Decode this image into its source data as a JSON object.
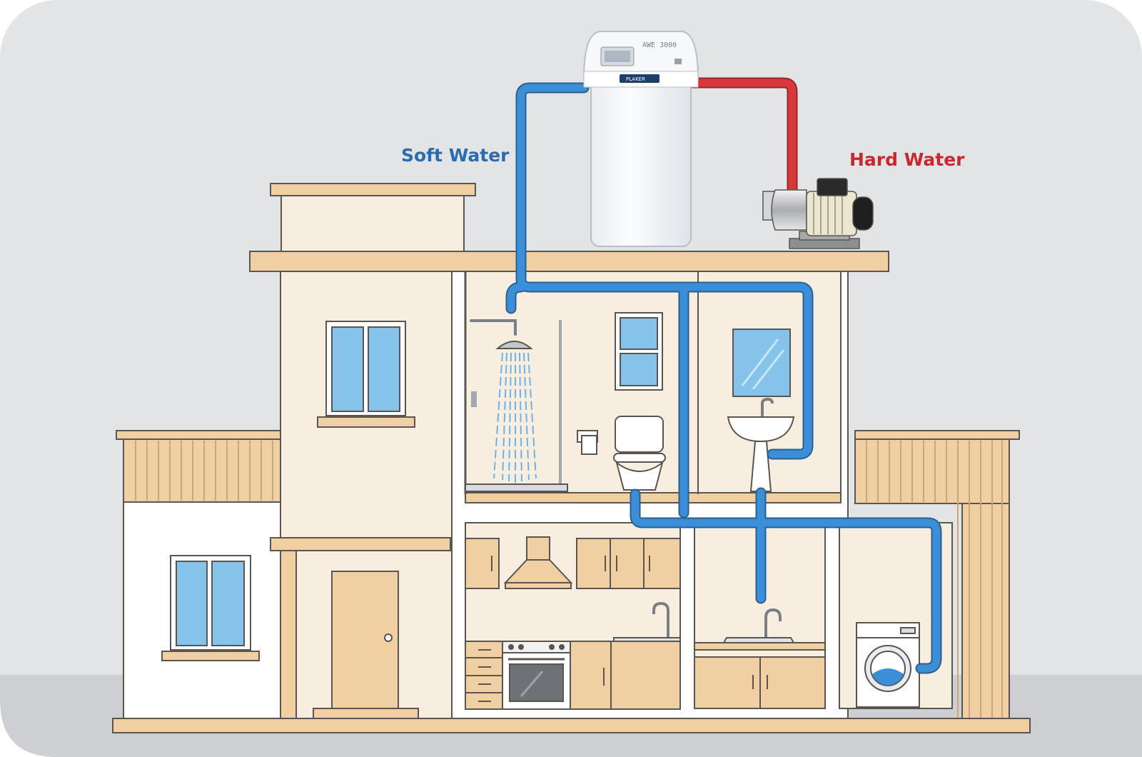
{
  "labels": {
    "soft_water": "Soft Water",
    "hard_water": "Hard Water"
  },
  "softener": {
    "model_text": "AWE 3000",
    "brand_text": "PLAKER"
  },
  "colors": {
    "background": "#e3e4e6",
    "ground": "#cdcfd2",
    "wall_light": "#f8eedf",
    "wood": "#f0cfa2",
    "outline": "#5a5550",
    "glass": "#86c3ea",
    "pipe_soft": "#3a8fd8",
    "pipe_hard": "#d8383c",
    "soft_label": "#2a6cb0",
    "hard_label": "#c8282e"
  }
}
